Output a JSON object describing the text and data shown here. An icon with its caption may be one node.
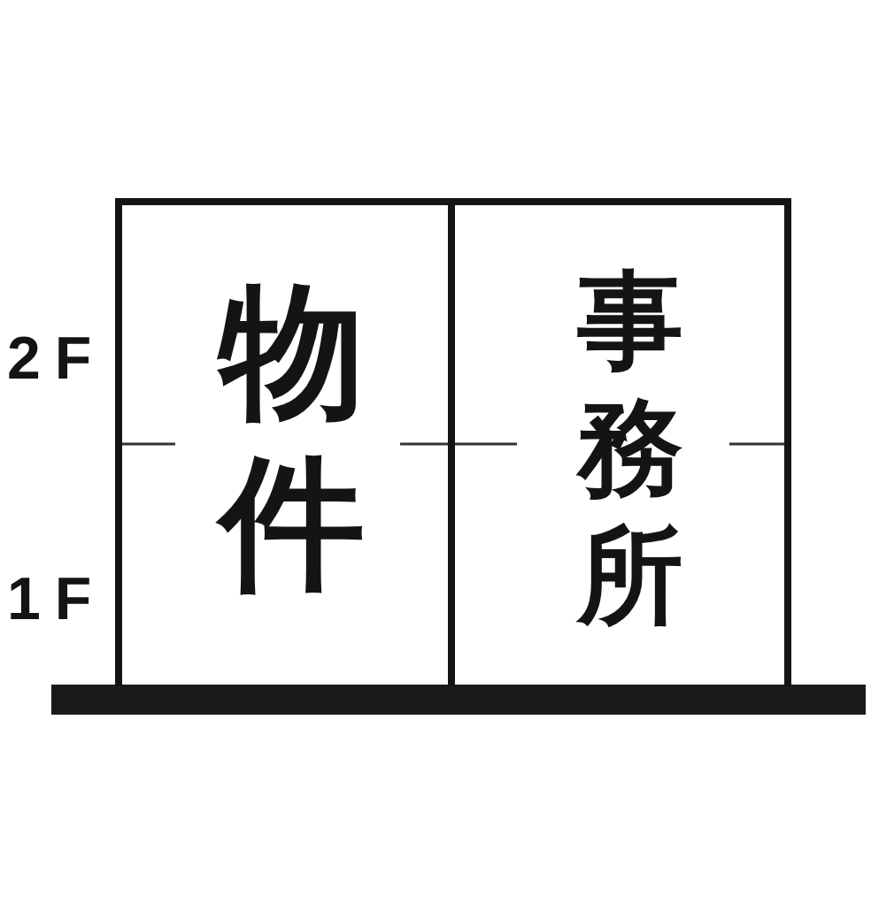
{
  "diagram": {
    "nodes": [
      {
        "text": [
          "物件"
        ]
      },
      {
        "text": [
          "事務所"
        ]
      }
    ],
    "labels": [
      "2F",
      "1F"
    ]
  }
}
